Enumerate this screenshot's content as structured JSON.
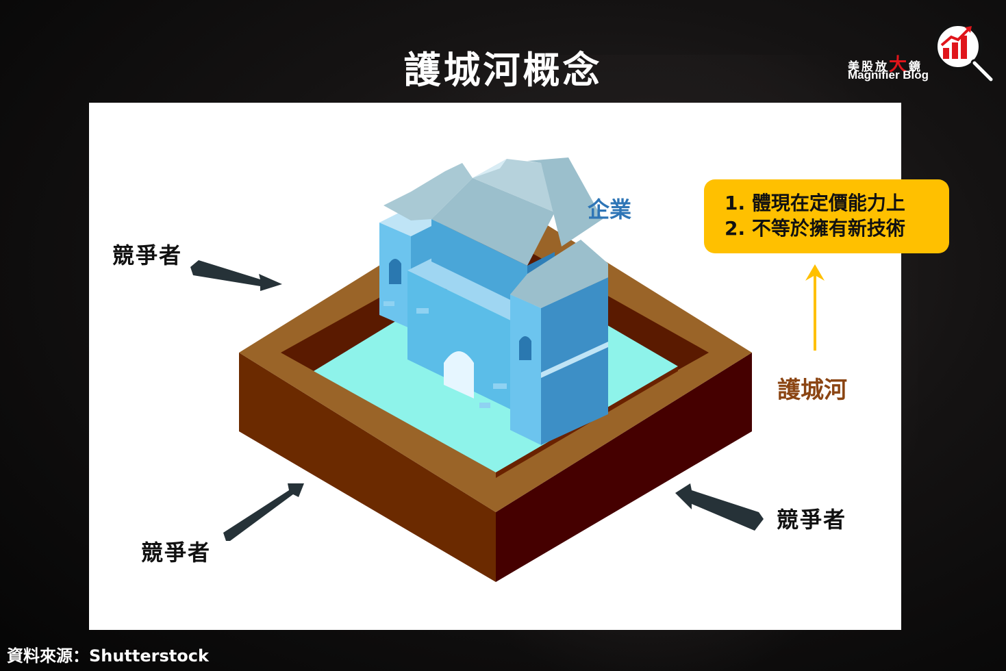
{
  "header": {
    "title": "護城河概念"
  },
  "logo": {
    "cn_part1": "美股放",
    "cn_accent": "大",
    "cn_part2": "鏡",
    "en": "Magnifier Blog",
    "icon": "magnifier-chart-icon"
  },
  "diagram": {
    "company_label": "企業",
    "moat_label": "護城河",
    "competitor_top_left": "競爭者",
    "competitor_bottom_left": "競爭者",
    "competitor_bottom_right": "競爭者",
    "callout": {
      "line1": "1. 體現在定價能力上",
      "line2": "2. 不等於擁有新技術"
    },
    "colors": {
      "callout": "#ffc000",
      "moat_text": "#8b4513",
      "company_text": "#2e75b6",
      "water": "#8ef3ea",
      "castle": "#5bbde8",
      "roof": "#9bbfcc",
      "frame_top": "#9a6428",
      "frame_side": "#6b2a00"
    }
  },
  "footer": {
    "source": "資料來源：Shutterstock"
  }
}
